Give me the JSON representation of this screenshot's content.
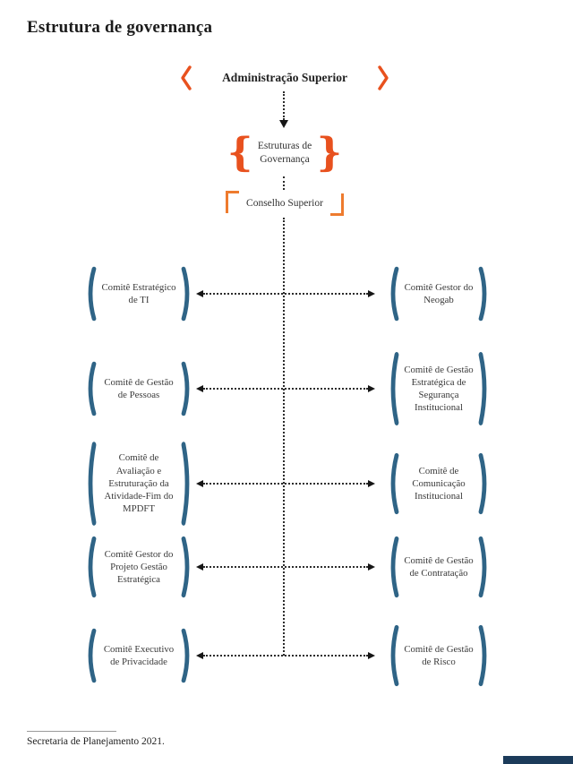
{
  "page": {
    "title": "Estrutura de governança",
    "footer_source": "Secretaria de Planejamento 2021."
  },
  "hierarchy": {
    "top": "Administração Superior",
    "middle": "Estruturas de Governança",
    "council": "Conselho Superior"
  },
  "rows": [
    {
      "left": "Comitê Estratégico de TI",
      "right": "Comitê Gestor do Neogab"
    },
    {
      "left": "Comitê de Gestão de Pessoas",
      "right": "Comitê de Gestão Estratégica de Segurança Institucional"
    },
    {
      "left": "Comitê de Avaliação e Estruturação da Atividade-Fim do MPDFT",
      "right": "Comitê de Comunicação Institucional"
    },
    {
      "left": "Comitê Gestor do Projeto Gestão Estratégica",
      "right": "Comitê de Gestão de Contratação"
    },
    {
      "left": "Comitê Executivo de Privacidade",
      "right": "Comitê de Gestão de Risco"
    }
  ],
  "icons": {
    "brace_open": "{",
    "brace_close": "}"
  },
  "colors": {
    "accent_orange": "#e8511e",
    "bracket_orange": "#ee7b2e",
    "paren_blue": "#2f6486",
    "footer_bar_navy": "#1c3b5a",
    "connector_dark": "#2c2c2c"
  }
}
